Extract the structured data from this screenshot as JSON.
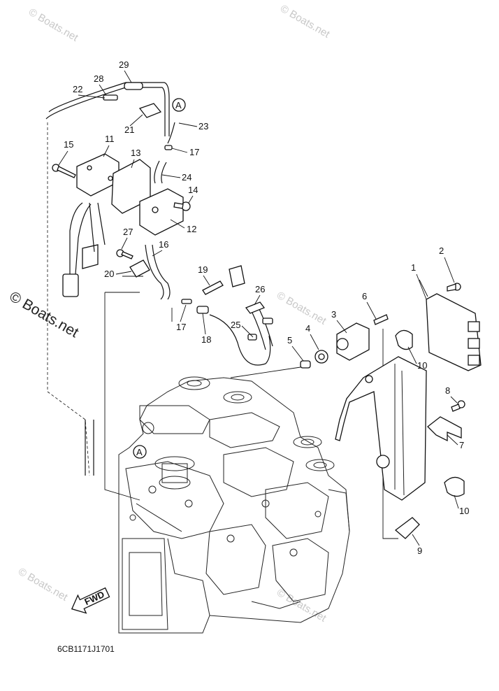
{
  "watermarks": {
    "top_left": "© Boats.net",
    "top_right": "© Boats.net",
    "left_large": "© Boats.net",
    "middle_right": "© Boats.net",
    "bottom_left": "© Boats.net",
    "bottom_right": "© Boats.net"
  },
  "diagram_code": "6CB1171J1701",
  "fwd_label": "FWD",
  "connector_ref": "A",
  "callouts": [
    {
      "id": "c1",
      "text": "1"
    },
    {
      "id": "c2",
      "text": "2"
    },
    {
      "id": "c3",
      "text": "3"
    },
    {
      "id": "c4",
      "text": "4"
    },
    {
      "id": "c5",
      "text": "5"
    },
    {
      "id": "c6",
      "text": "6"
    },
    {
      "id": "c7",
      "text": "7"
    },
    {
      "id": "c8",
      "text": "8"
    },
    {
      "id": "c9",
      "text": "9"
    },
    {
      "id": "c10a",
      "text": "10"
    },
    {
      "id": "c10b",
      "text": "10"
    },
    {
      "id": "c11",
      "text": "11"
    },
    {
      "id": "c12",
      "text": "12"
    },
    {
      "id": "c13",
      "text": "13"
    },
    {
      "id": "c14",
      "text": "14"
    },
    {
      "id": "c15",
      "text": "15"
    },
    {
      "id": "c16",
      "text": "16"
    },
    {
      "id": "c17a",
      "text": "17"
    },
    {
      "id": "c17b",
      "text": "17"
    },
    {
      "id": "c18",
      "text": "18"
    },
    {
      "id": "c19",
      "text": "19"
    },
    {
      "id": "c20",
      "text": "20"
    },
    {
      "id": "c21",
      "text": "21"
    },
    {
      "id": "c22",
      "text": "22"
    },
    {
      "id": "c23",
      "text": "23"
    },
    {
      "id": "c24",
      "text": "24"
    },
    {
      "id": "c25",
      "text": "25"
    },
    {
      "id": "c26",
      "text": "26"
    },
    {
      "id": "c27",
      "text": "27"
    },
    {
      "id": "c28",
      "text": "28"
    },
    {
      "id": "c29",
      "text": "29"
    }
  ]
}
